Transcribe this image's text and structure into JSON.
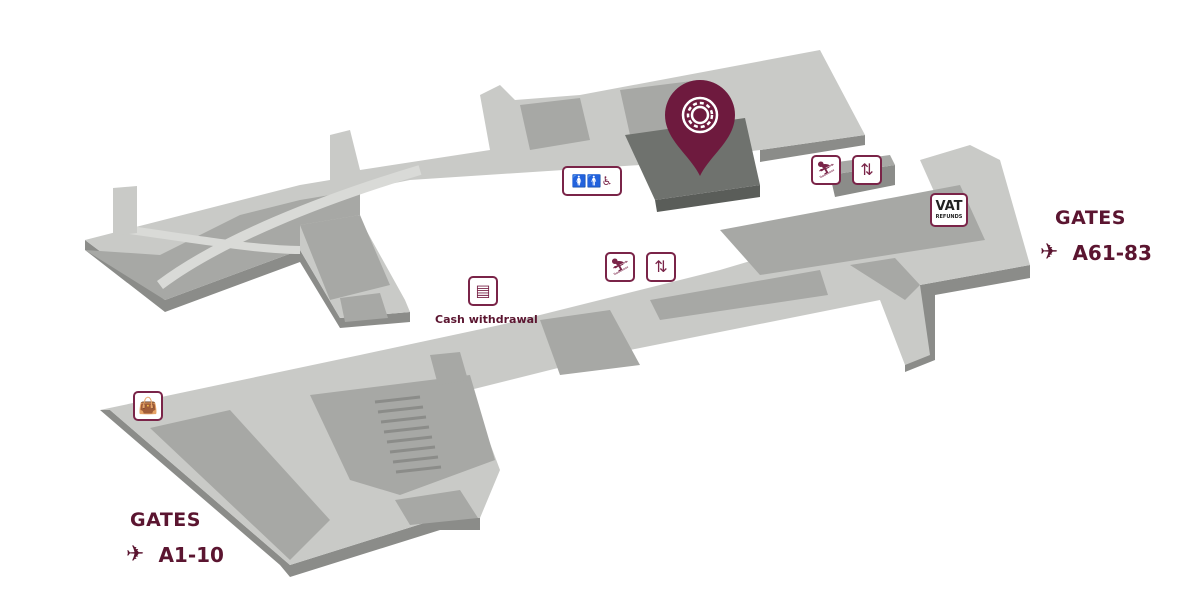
{
  "map": {
    "colors": {
      "accent": "#6e1a3e",
      "text": "#5b1530",
      "floor": "#c9cac7",
      "floor_dark": "#a7a8a5",
      "wall": "#8b8c89",
      "highlight_block": "#6f726e"
    },
    "location_pin": {
      "icon": "lounge-emblem-icon"
    },
    "gates": [
      {
        "title": "GATES",
        "range": "A61-83",
        "icon": "departure-plane-icon"
      },
      {
        "title": "GATES",
        "range": "A1-10",
        "icon": "departure-plane-icon"
      }
    ],
    "pois": [
      {
        "name": "toilets-accessible",
        "icon": "restroom-icon",
        "glyph": "🚺🚹♿"
      },
      {
        "name": "escalator-upper",
        "icon": "escalator-icon",
        "glyph": "⛷"
      },
      {
        "name": "elevator-upper",
        "icon": "elevator-icon",
        "glyph": "⇅"
      },
      {
        "name": "vat-refunds",
        "icon": "vat-icon",
        "label": "VAT",
        "sublabel": "REFUNDS"
      },
      {
        "name": "escalator-lower",
        "icon": "escalator-icon",
        "glyph": "⛷"
      },
      {
        "name": "elevator-lower",
        "icon": "elevator-icon",
        "glyph": "⇅"
      },
      {
        "name": "atm",
        "icon": "atm-icon",
        "glyph": "▤",
        "label": "Cash withdrawal"
      },
      {
        "name": "shopping",
        "icon": "shopping-bag-icon",
        "glyph": "👜"
      }
    ]
  }
}
